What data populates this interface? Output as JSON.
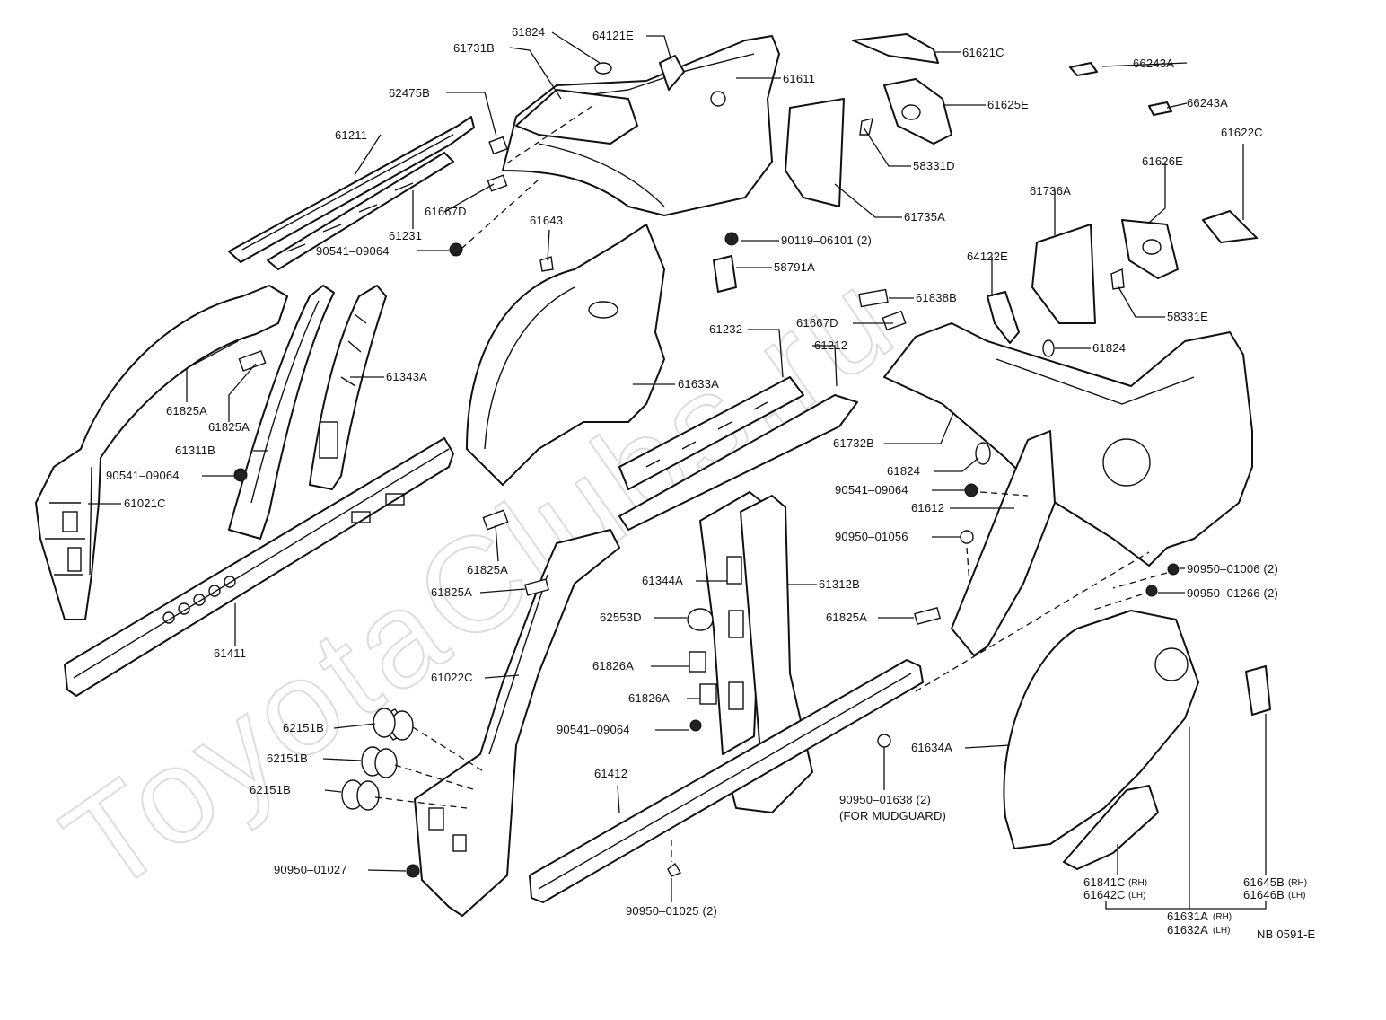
{
  "watermark": "ToyotaClubs.ru",
  "diagram_code": "NB 0591-E",
  "callouts": [
    {
      "id": "61824_a",
      "text": "61824"
    },
    {
      "id": "64121E",
      "text": "64121E"
    },
    {
      "id": "61731B",
      "text": "61731B"
    },
    {
      "id": "61611",
      "text": "61611"
    },
    {
      "id": "62475B",
      "text": "62475B"
    },
    {
      "id": "61211",
      "text": "61211"
    },
    {
      "id": "61231",
      "text": "61231"
    },
    {
      "id": "61667D_a",
      "text": "61667D"
    },
    {
      "id": "90541_a",
      "text": "90541–09064"
    },
    {
      "id": "61643",
      "text": "61643"
    },
    {
      "id": "61621C",
      "text": "61621C"
    },
    {
      "id": "66243A_a",
      "text": "66243A"
    },
    {
      "id": "61625E",
      "text": "61625E"
    },
    {
      "id": "66243A_b",
      "text": "66243A"
    },
    {
      "id": "61622C",
      "text": "61622C"
    },
    {
      "id": "58331D",
      "text": "58331D"
    },
    {
      "id": "61626E",
      "text": "61626E"
    },
    {
      "id": "61735A",
      "text": "61735A"
    },
    {
      "id": "61736A",
      "text": "61736A"
    },
    {
      "id": "90119",
      "text": "90119–06101 (2)"
    },
    {
      "id": "58791A",
      "text": "58791A"
    },
    {
      "id": "64122E",
      "text": "64122E"
    },
    {
      "id": "58331E",
      "text": "58331E"
    },
    {
      "id": "61838B",
      "text": "61838B"
    },
    {
      "id": "61667D_b",
      "text": "61667D"
    },
    {
      "id": "61232",
      "text": "61232"
    },
    {
      "id": "61212",
      "text": "61212"
    },
    {
      "id": "61824_b",
      "text": "61824"
    },
    {
      "id": "61825A_a",
      "text": "61825A"
    },
    {
      "id": "61825A_b",
      "text": "61825A"
    },
    {
      "id": "61343A",
      "text": "61343A"
    },
    {
      "id": "61633A",
      "text": "61633A"
    },
    {
      "id": "61311B",
      "text": "61311B"
    },
    {
      "id": "90541_b",
      "text": "90541–09064"
    },
    {
      "id": "61732B",
      "text": "61732B"
    },
    {
      "id": "61824_c",
      "text": "61824"
    },
    {
      "id": "90541_c",
      "text": "90541–09064"
    },
    {
      "id": "61021C",
      "text": "61021C"
    },
    {
      "id": "61612",
      "text": "61612"
    },
    {
      "id": "90950_01056",
      "text": "90950–01056"
    },
    {
      "id": "61825A_c",
      "text": "61825A"
    },
    {
      "id": "61825A_d",
      "text": "61825A"
    },
    {
      "id": "61344A",
      "text": "61344A"
    },
    {
      "id": "61312B",
      "text": "61312B"
    },
    {
      "id": "90950_01006",
      "text": "90950–01006 (2)"
    },
    {
      "id": "90950_01266",
      "text": "90950–01266 (2)"
    },
    {
      "id": "62553D",
      "text": "62553D"
    },
    {
      "id": "61825A_e",
      "text": "61825A"
    },
    {
      "id": "61411",
      "text": "61411"
    },
    {
      "id": "61826A_a",
      "text": "61826A"
    },
    {
      "id": "61022C",
      "text": "61022C"
    },
    {
      "id": "61826A_b",
      "text": "61826A"
    },
    {
      "id": "90541_d",
      "text": "90541–09064"
    },
    {
      "id": "62151B_a",
      "text": "62151B"
    },
    {
      "id": "61634A",
      "text": "61634A"
    },
    {
      "id": "62151B_b",
      "text": "62151B"
    },
    {
      "id": "61412",
      "text": "61412"
    },
    {
      "id": "62151B_c",
      "text": "62151B"
    },
    {
      "id": "90950_01638",
      "text": "90950–01638 (2)"
    },
    {
      "id": "for_mudguard",
      "text": "(FOR MUDGUARD)"
    },
    {
      "id": "90950_01027",
      "text": "90950–01027"
    },
    {
      "id": "90950_01025",
      "text": "90950–01025 (2)"
    },
    {
      "id": "61841C",
      "text": "61841C"
    },
    {
      "id": "61842C",
      "text": "61642C"
    },
    {
      "id": "61645B",
      "text": "61645B"
    },
    {
      "id": "61646B",
      "text": "61646B"
    },
    {
      "id": "61631A",
      "text": "61631A"
    },
    {
      "id": "61632A",
      "text": "61632A"
    }
  ],
  "side_marks": {
    "rh": "(RH)",
    "lh": "(LH)"
  }
}
